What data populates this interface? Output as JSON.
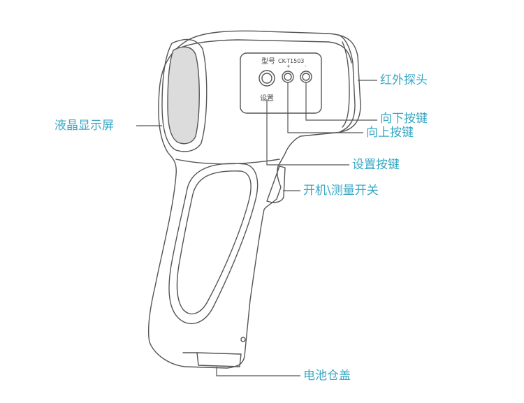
{
  "accent_color": "#3aa8c5",
  "device": {
    "model_label": "型号",
    "model_value": "CK-T1503",
    "set_label": "设置",
    "up_mark": "+",
    "down_mark": "-"
  },
  "callouts": {
    "infrared_probe": "红外探头",
    "down_button": "向下按键",
    "up_button": "向上按键",
    "set_button": "设置按键",
    "power_measure_switch": "开机\\测量开关",
    "lcd_screen": "液晶显示屏",
    "battery_cover": "电池仓盖"
  }
}
